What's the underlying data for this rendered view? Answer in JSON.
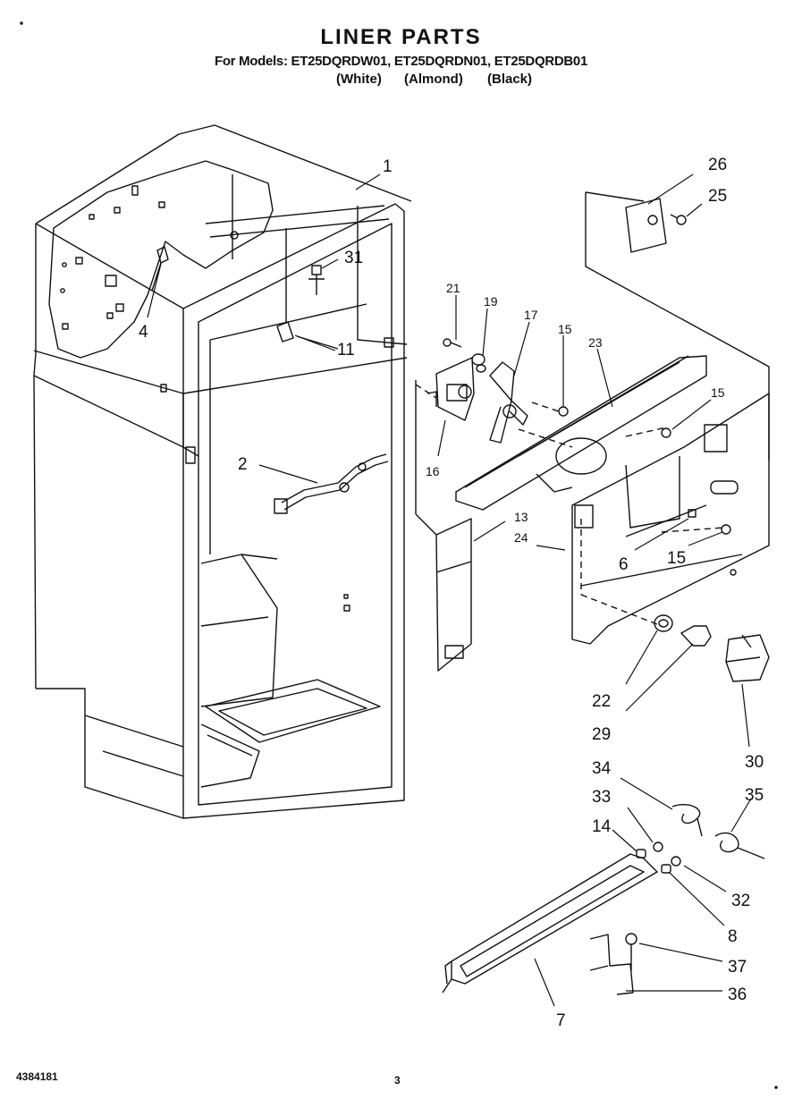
{
  "header": {
    "title": "LINER PARTS",
    "models_line": "For Models: ET25DQRDW01, ET25DQRDN01, ET25DQRDB01",
    "colors": [
      "(White)",
      "(Almond)",
      "(Black)"
    ]
  },
  "callouts": {
    "c1": "1",
    "c2": "2",
    "c4": "4",
    "c6": "6",
    "c7": "7",
    "c8": "8",
    "c11": "11",
    "c13": "13",
    "c14": "14",
    "c15a": "15",
    "c15b": "15",
    "c15c": "15",
    "c16": "16",
    "c17": "17",
    "c19": "19",
    "c21": "21",
    "c22": "22",
    "c23": "23",
    "c24": "24",
    "c25": "25",
    "c26": "26",
    "c29": "29",
    "c30": "30",
    "c31": "31",
    "c32": "32",
    "c33": "33",
    "c34": "34",
    "c35": "35",
    "c36": "36",
    "c37": "37"
  },
  "footer": {
    "part_number": "4384181",
    "page_number": "3"
  }
}
